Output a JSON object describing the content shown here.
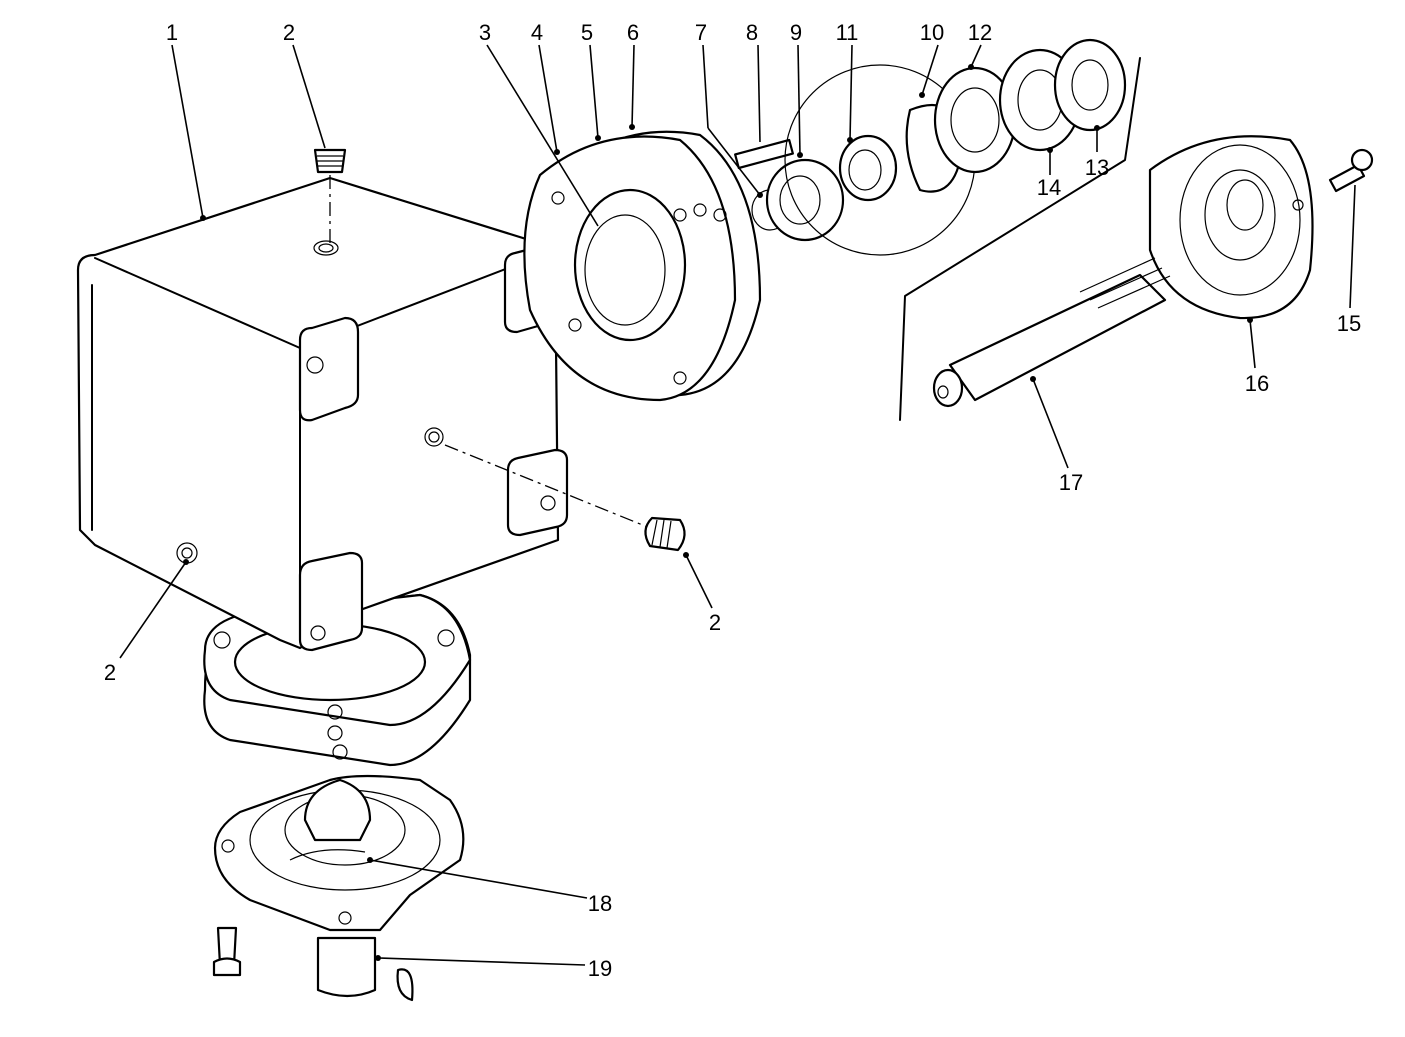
{
  "diagram": {
    "callouts": [
      {
        "id": "c1",
        "text": "1"
      },
      {
        "id": "c2a",
        "text": "2"
      },
      {
        "id": "c3",
        "text": "3"
      },
      {
        "id": "c4",
        "text": "4"
      },
      {
        "id": "c5",
        "text": "5"
      },
      {
        "id": "c6",
        "text": "6"
      },
      {
        "id": "c7",
        "text": "7"
      },
      {
        "id": "c8",
        "text": "8"
      },
      {
        "id": "c9",
        "text": "9"
      },
      {
        "id": "c11",
        "text": "11"
      },
      {
        "id": "c10",
        "text": "10"
      },
      {
        "id": "c12",
        "text": "12"
      },
      {
        "id": "c13",
        "text": "13"
      },
      {
        "id": "c14",
        "text": "14"
      },
      {
        "id": "c15",
        "text": "15"
      },
      {
        "id": "c16",
        "text": "16"
      },
      {
        "id": "c17",
        "text": "17"
      },
      {
        "id": "c2b",
        "text": "2"
      },
      {
        "id": "c2c",
        "text": "2"
      },
      {
        "id": "c18",
        "text": "18"
      },
      {
        "id": "c19",
        "text": "19"
      }
    ]
  }
}
